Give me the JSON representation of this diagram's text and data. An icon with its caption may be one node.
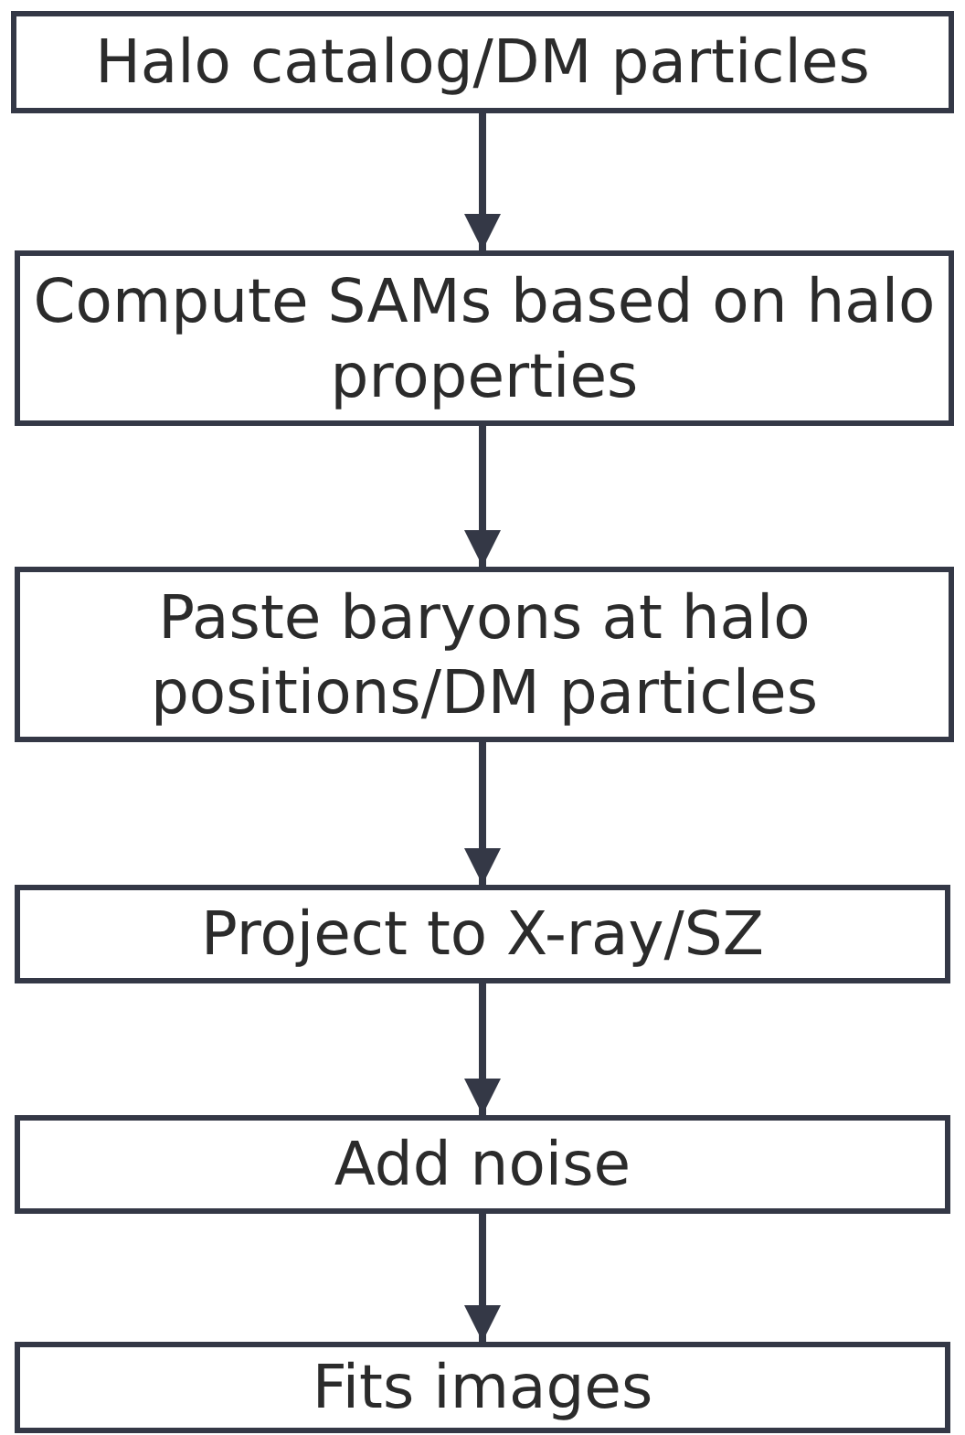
{
  "diagram": {
    "nodes": [
      {
        "text": [
          "Halo catalog/DM particles"
        ]
      },
      {
        "text": [
          "Compute SAMs based on halo properties"
        ]
      },
      {
        "text": [
          "Paste baryons at halo positions/DM particles"
        ]
      },
      {
        "text": [
          "Project to X-ray/SZ"
        ]
      },
      {
        "text": [
          "Add noise"
        ]
      },
      {
        "text": [
          "Fits images"
        ]
      }
    ],
    "edges": [
      {
        "from": 0,
        "to": 1,
        "arrow": "to"
      },
      {
        "from": 1,
        "to": 2,
        "arrow": "to"
      },
      {
        "from": 2,
        "to": 3,
        "arrow": "to"
      },
      {
        "from": 3,
        "to": 4,
        "arrow": "to"
      },
      {
        "from": 4,
        "to": 5,
        "arrow": "to"
      }
    ]
  }
}
